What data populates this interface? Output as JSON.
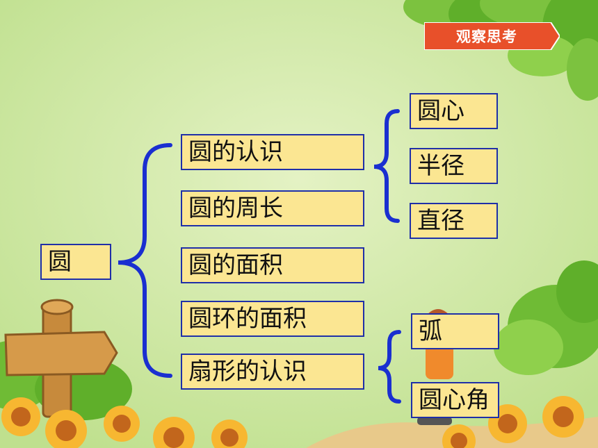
{
  "badge": {
    "label": "观察思考"
  },
  "diagram": {
    "root": {
      "label": "圆"
    },
    "children": [
      {
        "label": "圆的认识",
        "children": [
          {
            "label": "圆心"
          },
          {
            "label": "半径"
          },
          {
            "label": "直径"
          }
        ]
      },
      {
        "label": "圆的周长"
      },
      {
        "label": "圆的面积"
      },
      {
        "label": "圆环的面积"
      },
      {
        "label": "扇形的认识",
        "children": [
          {
            "label": "弧"
          },
          {
            "label": "圆心角"
          }
        ]
      }
    ]
  },
  "colors": {
    "background": "#cfe8a6",
    "box_fill": "#fbe692",
    "box_border": "#1f2fa8",
    "bracket": "#1a2fd0",
    "badge": "#e8502a"
  }
}
